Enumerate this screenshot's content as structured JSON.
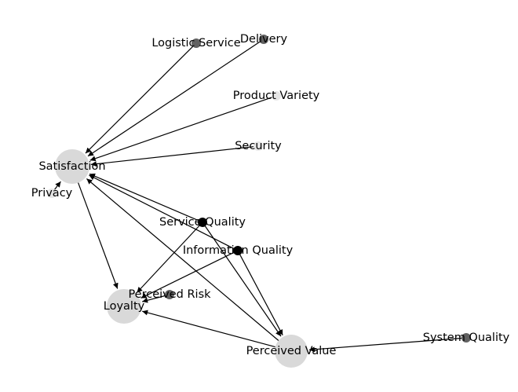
{
  "colors": {
    "background": "#ffffff",
    "edge": "#000000",
    "label": "#000000"
  },
  "nodes": [
    {
      "id": "satisfaction",
      "label": "Satisfaction",
      "color": "#d9d9d9"
    },
    {
      "id": "loyalty",
      "label": "Loyalty",
      "color": "#d9d9d9"
    },
    {
      "id": "perceived-value",
      "label": "Perceived Value",
      "color": "#d9d9d9"
    },
    {
      "id": "logistic-service",
      "label": "Logistic Service",
      "color": "#616161"
    },
    {
      "id": "delivery",
      "label": "Delivery",
      "color": "#616161"
    },
    {
      "id": "product-variety",
      "label": "Product Variety",
      "color": "#e6e6e6"
    },
    {
      "id": "security",
      "label": "Security",
      "color": "#e6e6e6"
    },
    {
      "id": "privacy",
      "label": "Privacy",
      "color": "#e6e6e6"
    },
    {
      "id": "service-quality",
      "label": "Service Quality",
      "color": "#000000"
    },
    {
      "id": "information-quality",
      "label": "Information Quality",
      "color": "#000000"
    },
    {
      "id": "perceived-risk",
      "label": "Perceived Risk",
      "color": "#616161"
    },
    {
      "id": "system-quality",
      "label": "System Quality",
      "color": "#616161"
    }
  ],
  "edges": [
    {
      "from": "logistic-service",
      "to": "satisfaction"
    },
    {
      "from": "delivery",
      "to": "satisfaction"
    },
    {
      "from": "product-variety",
      "to": "satisfaction"
    },
    {
      "from": "security",
      "to": "satisfaction"
    },
    {
      "from": "privacy",
      "to": "satisfaction"
    },
    {
      "from": "service-quality",
      "to": "satisfaction"
    },
    {
      "from": "information-quality",
      "to": "satisfaction"
    },
    {
      "from": "perceived-value",
      "to": "satisfaction"
    },
    {
      "from": "satisfaction",
      "to": "loyalty"
    },
    {
      "from": "service-quality",
      "to": "loyalty"
    },
    {
      "from": "information-quality",
      "to": "loyalty"
    },
    {
      "from": "perceived-value",
      "to": "loyalty"
    },
    {
      "from": "perceived-risk",
      "to": "loyalty"
    },
    {
      "from": "service-quality",
      "to": "perceived-value"
    },
    {
      "from": "information-quality",
      "to": "perceived-value"
    },
    {
      "from": "system-quality",
      "to": "perceived-value"
    }
  ]
}
